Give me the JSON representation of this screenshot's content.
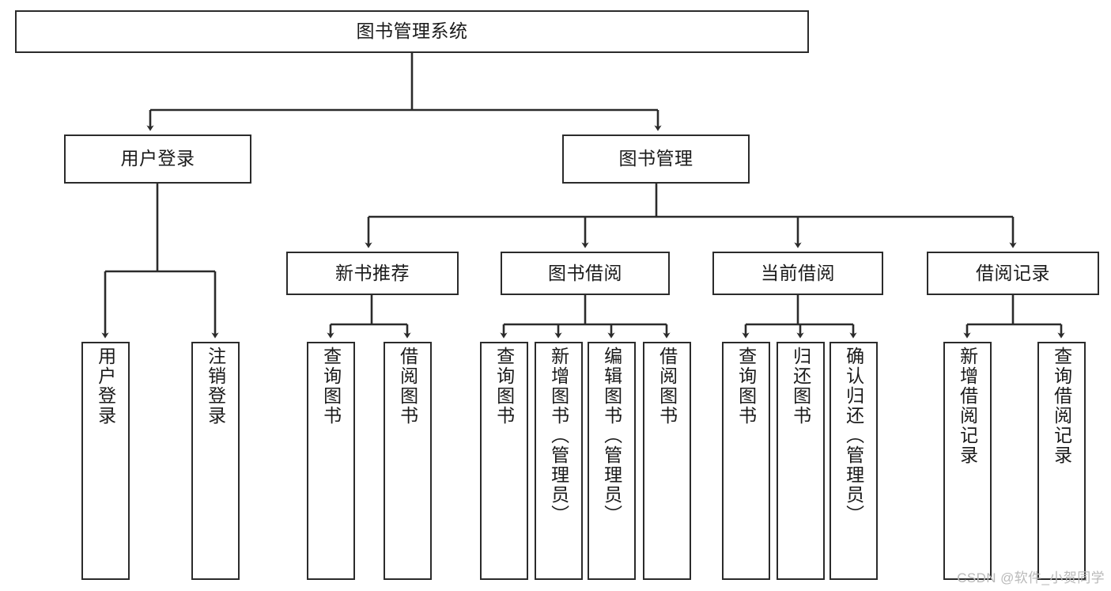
{
  "diagram": {
    "title": "图书管理系统",
    "type": "hierarchy-tree",
    "watermark": "CSDN @软件_小贺同学",
    "colors": {
      "stroke": "#2b2b2b",
      "fill": "#ffffff",
      "text": "#1a1a1a",
      "watermark": "#b9b9b9"
    },
    "nodes": {
      "root": {
        "label": "图书管理系统"
      },
      "level2": [
        {
          "id": "user-login",
          "label": "用户登录"
        },
        {
          "id": "book-management",
          "label": "图书管理"
        }
      ],
      "level3": [
        {
          "id": "new-book-recommend",
          "label": "新书推荐"
        },
        {
          "id": "book-borrow",
          "label": "图书借阅"
        },
        {
          "id": "current-borrow",
          "label": "当前借阅"
        },
        {
          "id": "borrow-record",
          "label": "借阅记录"
        }
      ],
      "leaves": [
        {
          "id": "leaf-user-login",
          "label": "用户登录",
          "parent": "user-login"
        },
        {
          "id": "leaf-logout",
          "label": "注销登录",
          "parent": "user-login"
        },
        {
          "id": "leaf-query-book-1",
          "label": "查询图书",
          "parent": "new-book-recommend"
        },
        {
          "id": "leaf-borrow-book-1",
          "label": "借阅图书",
          "parent": "new-book-recommend"
        },
        {
          "id": "leaf-query-book-2",
          "label": "查询图书",
          "parent": "book-borrow"
        },
        {
          "id": "leaf-add-book",
          "label": "新增图书（管理员）",
          "parent": "book-borrow"
        },
        {
          "id": "leaf-edit-book",
          "label": "编辑图书（管理员）",
          "parent": "book-borrow"
        },
        {
          "id": "leaf-borrow-book-2",
          "label": "借阅图书",
          "parent": "book-borrow"
        },
        {
          "id": "leaf-query-book-3",
          "label": "查询图书",
          "parent": "current-borrow"
        },
        {
          "id": "leaf-return-book",
          "label": "归还图书",
          "parent": "current-borrow"
        },
        {
          "id": "leaf-confirm-return",
          "label": "确认归还（管理员）",
          "parent": "current-borrow"
        },
        {
          "id": "leaf-add-record",
          "label": "新增借阅记录",
          "parent": "borrow-record"
        },
        {
          "id": "leaf-query-record",
          "label": "查询借阅记录",
          "parent": "borrow-record"
        }
      ]
    }
  }
}
